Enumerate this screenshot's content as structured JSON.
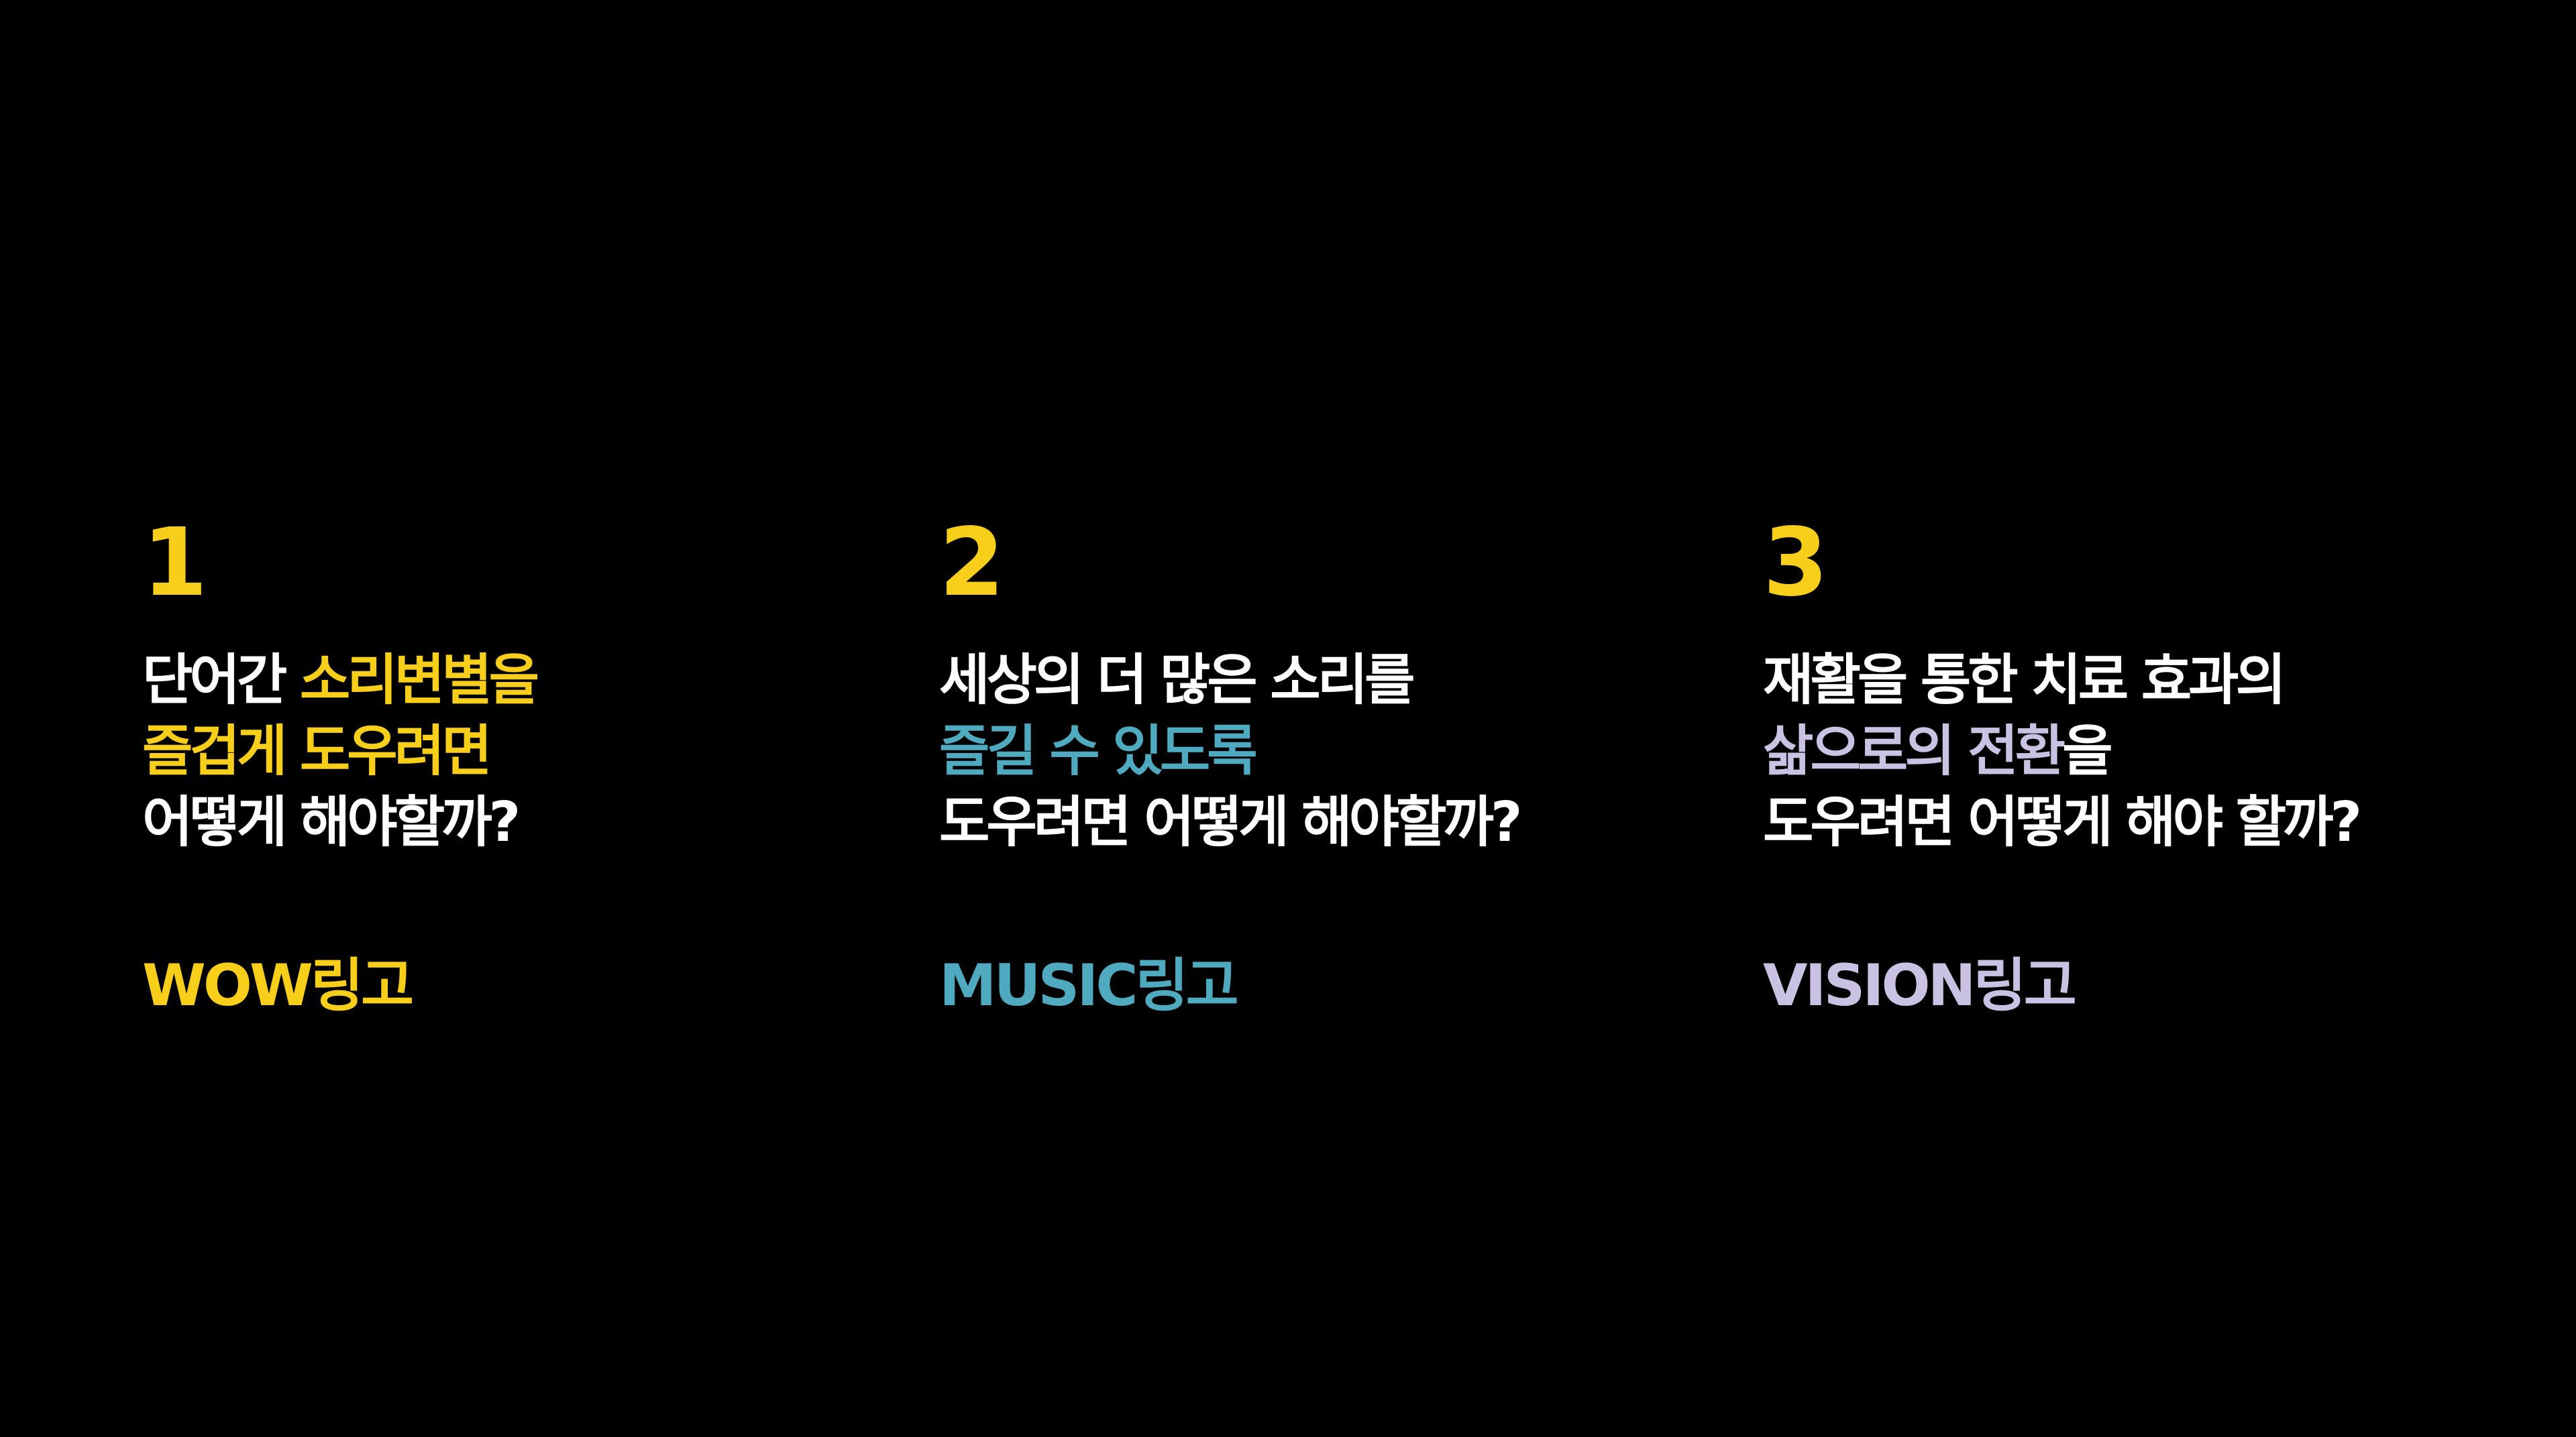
{
  "colors": {
    "background": "#000000",
    "text": "#ffffff",
    "yellow": "#f7ce1a",
    "teal": "#4fa9bf",
    "lavender": "#c9c2e3"
  },
  "sections": [
    {
      "number": "1",
      "lines": [
        [
          {
            "text": "단어간 ",
            "color": "#ffffff"
          },
          {
            "text": "소리변별을",
            "color": "#f7ce1a"
          }
        ],
        [
          {
            "text": "즐겁게 도우려면",
            "color": "#f7ce1a"
          }
        ],
        [
          {
            "text": "어떻게 해야할까?",
            "color": "#ffffff"
          }
        ]
      ],
      "brand": "WOW링고",
      "brand_color": "#f7ce1a"
    },
    {
      "number": "2",
      "lines": [
        [
          {
            "text": "세상의 더 많은 소리를",
            "color": "#ffffff"
          }
        ],
        [
          {
            "text": "즐길 수 있도록",
            "color": "#4fa9bf"
          }
        ],
        [
          {
            "text": "도우려면 어떻게 해야할까?",
            "color": "#ffffff"
          }
        ]
      ],
      "brand": "MUSIC링고",
      "brand_color": "#4fa9bf"
    },
    {
      "number": "3",
      "lines": [
        [
          {
            "text": "재활을 통한 치료 효과의",
            "color": "#ffffff"
          }
        ],
        [
          {
            "text": "삶으로의 전환",
            "color": "#c9c2e3"
          },
          {
            "text": "을",
            "color": "#ffffff"
          }
        ],
        [
          {
            "text": "도우려면 어떻게 해야 할까?",
            "color": "#ffffff"
          }
        ]
      ],
      "brand": "VISION링고",
      "brand_color": "#c9c2e3"
    }
  ]
}
